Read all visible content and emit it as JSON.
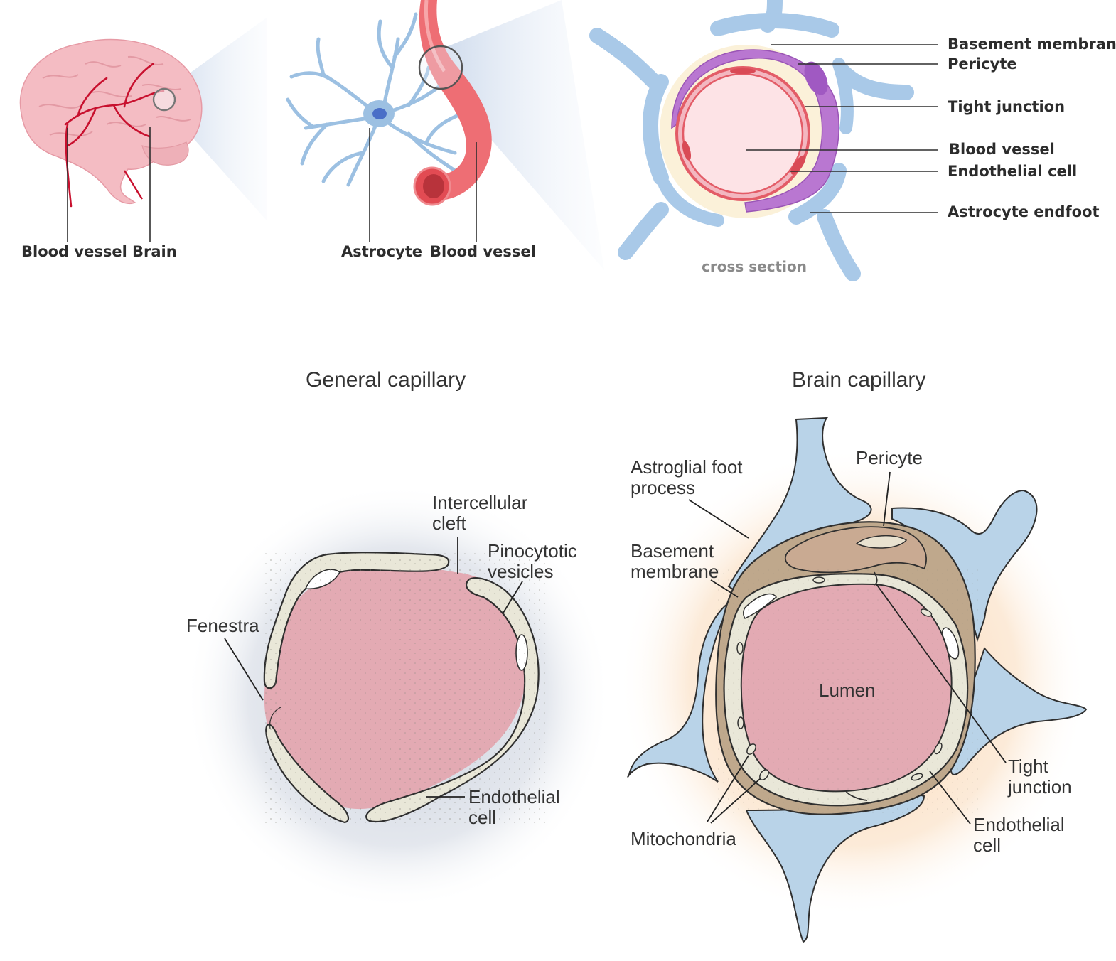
{
  "top": {
    "brain_panel": {
      "labels": [
        "Blood vessel",
        "Brain"
      ]
    },
    "astrocyte_panel": {
      "labels": [
        "Astrocyte",
        "Blood vessel"
      ]
    },
    "cross_section_panel": {
      "caption": "cross section",
      "labels": [
        "Basement membrane",
        "Pericyte",
        "Tight junction",
        "Blood vessel",
        "Endothelial cell",
        "Astrocyte endfoot"
      ]
    }
  },
  "bottom": {
    "general": {
      "title": "General capillary",
      "labels": {
        "intercellular_1": "Intercellular",
        "intercellular_2": "cleft",
        "pino_1": "Pinocytotic",
        "pino_2": "vesicles",
        "fenestra": "Fenestra",
        "endo_1": "Endothelial",
        "endo_2": "cell"
      }
    },
    "brain": {
      "title": "Brain capillary",
      "labels": {
        "astro_1": "Astroglial foot",
        "astro_2": "process",
        "pericyte": "Pericyte",
        "basement_1": "Basement",
        "basement_2": "membrane",
        "lumen": "Lumen",
        "tight_1": "Tight",
        "tight_2": "junction",
        "endo_1": "Endothelial",
        "endo_2": "cell",
        "mito": "Mitochondria"
      }
    }
  },
  "colors": {
    "lumen": "#e3aab3",
    "endothelium": "#e9e7d8",
    "astrocyte": "#b9d3e8",
    "pericyte_bottom": "#c9aa92",
    "pericyte_top": "#b870cc",
    "vessel_red": "#e8575f",
    "brain_pink": "#f2b8bf"
  }
}
